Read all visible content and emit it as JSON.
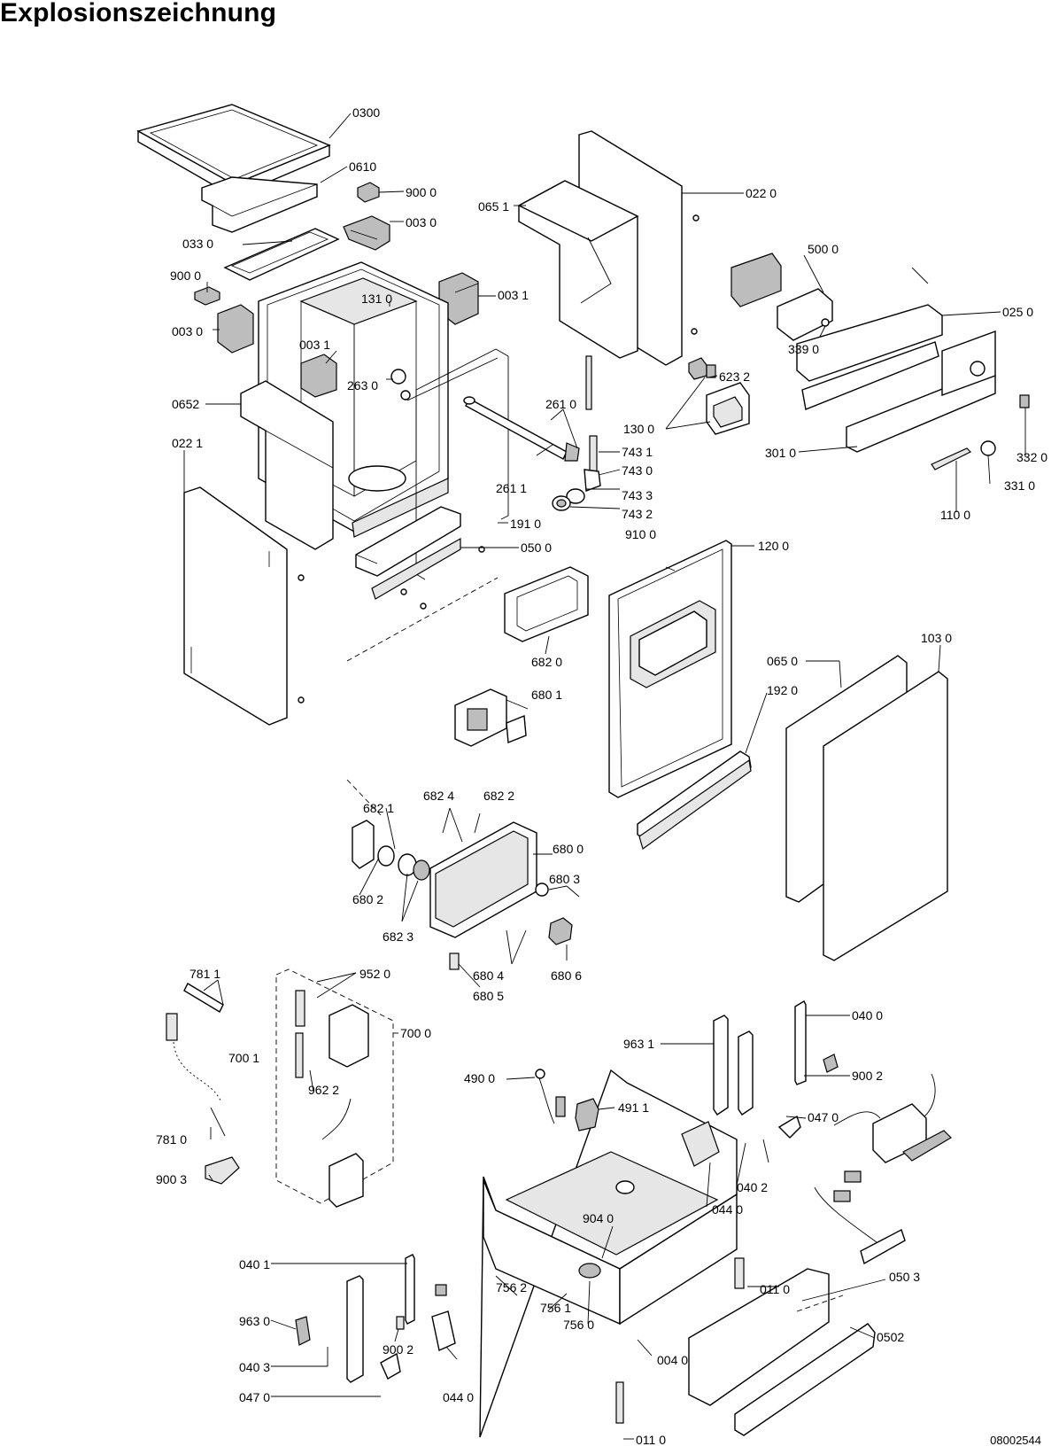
{
  "title": "Explosionszeichnung",
  "document_number": "08002544",
  "labels": {
    "l0300": "0300",
    "l0610": "0610",
    "l9000a": "900 0",
    "l0030a": "003 0",
    "l0330": "033 0",
    "l9000b": "900 0",
    "l0031a": "003 1",
    "l1310": "131 0",
    "l0030b": "003 0",
    "l0031b": "003 1",
    "l2630": "263 0",
    "l0652": "0652",
    "l0221": "022 1",
    "l0651": "065 1",
    "l0220": "022 0",
    "l5000": "500 0",
    "l0250": "025 0",
    "l3390": "339 0",
    "l6232": "623 2",
    "l2610": "261 0",
    "l1300": "130 0",
    "l7431": "743 1",
    "l7430": "743 0",
    "l2611": "261 1",
    "l7433": "743 3",
    "l7432": "743 2",
    "l1910": "191 0",
    "l3010": "301 0",
    "l3320": "332 0",
    "l3310": "331 0",
    "l1100": "110 0",
    "l9100": "910 0",
    "l0500": "050 0",
    "l1200": "120 0",
    "l6820": "682 0",
    "l1030": "103 0",
    "l0650": "065 0",
    "l1920": "192 0",
    "l6801": "680 1",
    "l6824": "682 4",
    "l6822": "682 2",
    "l6821": "682 1",
    "l6800": "680 0",
    "l6802": "680 2",
    "l6803": "680 3",
    "l6823": "682 3",
    "l6804": "680 4",
    "l6806": "680 6",
    "l6805": "680 5",
    "l7811": "781 1",
    "l9520": "952 0",
    "l7000": "700 0",
    "l7001": "700 1",
    "l9622": "962 2",
    "l7810": "781 0",
    "l9003": "900 3",
    "l0400a": "040 0",
    "l9631a": "963 1",
    "l9002a": "900 2",
    "l4900": "490 0",
    "l4911": "491 1",
    "l0470a": "047 0",
    "l0402": "040 2",
    "l0440a": "044 0",
    "l9040": "904 0",
    "l0401": "040 1",
    "l7562": "756 2",
    "l7561": "756 1",
    "l7560": "756 0",
    "l0110a": "011 0",
    "l0503": "050 3",
    "l9630": "963 0",
    "l9002b": "900 2",
    "l0040": "004 0",
    "l0502": "0502",
    "l0403": "040 3",
    "l0470b": "047 0",
    "l0440b": "044 0",
    "l0110b": "011 0"
  }
}
